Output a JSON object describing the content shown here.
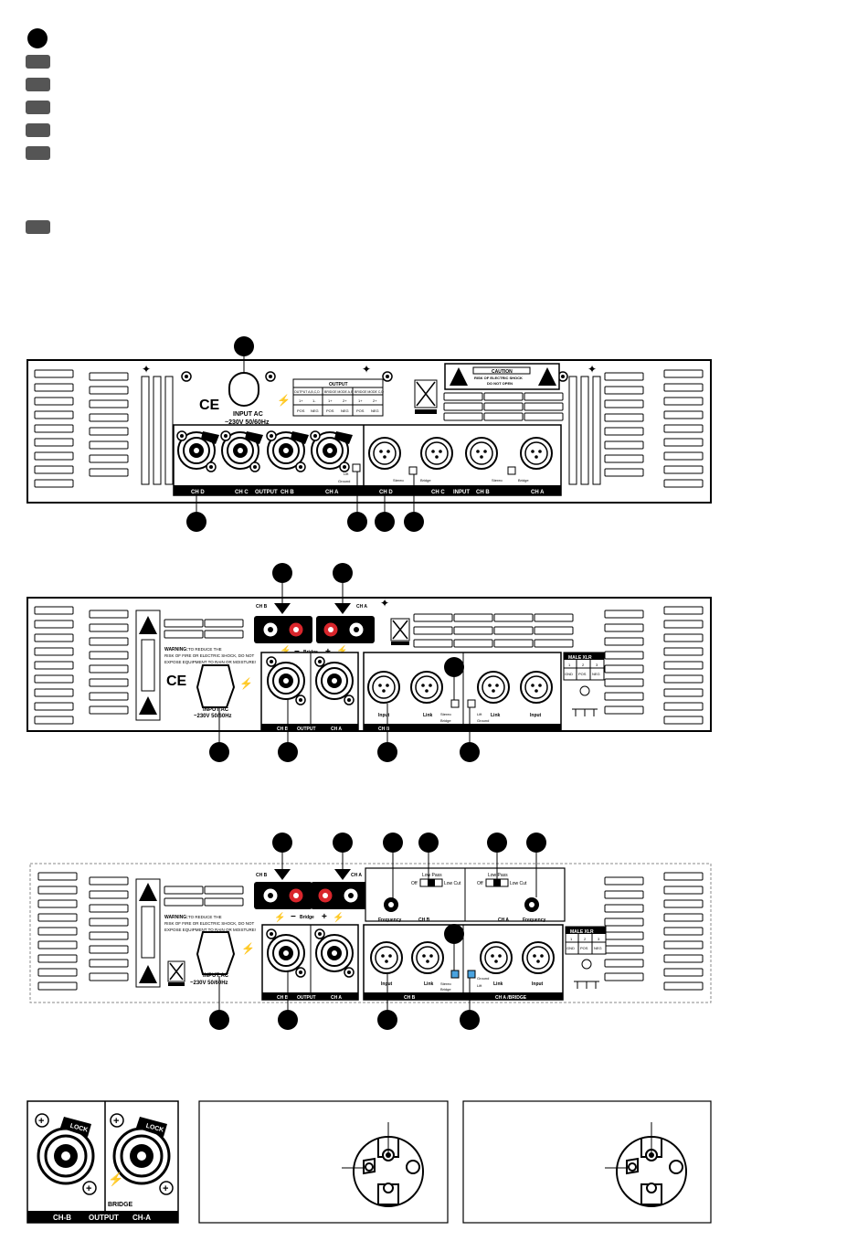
{
  "legend_markers": {
    "count": 7
  },
  "panel1": {
    "input_ac": "INPUT AC",
    "voltage": "~230V 50/60Hz",
    "output_table_title": "OUTPUT",
    "output_table_headers": [
      "OUTPUT A,B,C,D",
      "BRIDGE MODE A,B",
      "BRIDGE MODE C,D"
    ],
    "output_table_pins": [
      "1+",
      "1-",
      "1+",
      "2+",
      "1+",
      "2+"
    ],
    "output_table_polarity": [
      "POS",
      "NEG",
      "POS",
      "NEG",
      "POS",
      "NEG"
    ],
    "caution_title": "CAUTION",
    "caution_text_1": "RISK OF ELECTRIC SHOCK",
    "caution_text_2": "DO NOT OPEN",
    "speakon_labels": [
      "CH D",
      "CH C",
      "CH B",
      "CH A"
    ],
    "output_label": "OUTPUT",
    "input_label": "INPUT",
    "xlr_labels": [
      "CH D",
      "CH C",
      "CH B",
      "CH A"
    ],
    "lift": "Lift",
    "ground": "Ground",
    "stereo": "Stereo",
    "bridge": "Bridge"
  },
  "panel2": {
    "ch_b": "CH B",
    "ch_a": "CH A",
    "bridge": "Bridge",
    "warning": "WARNING:",
    "warning_lines": [
      "TO REDUCE THE",
      "RISK OF FIRE OR ELECTRIC SHOCK, DO NOT",
      "EXPOSE EQUIPMENT TO RAIN OR MOISTURE!"
    ],
    "input_ac": "INPUT AC",
    "voltage": "~230V 50/60Hz",
    "output_label": "OUTPUT",
    "input_label": "Input",
    "link_label": "Link",
    "male_xlr": "MALE XLR",
    "pins": [
      "1",
      "2",
      "3"
    ],
    "pin_names": [
      "GND",
      "POS",
      "NEG"
    ],
    "stereo": "Stereo",
    "lift": "Lift",
    "ground": "Ground"
  },
  "panel3": {
    "ch_b": "CH B",
    "ch_a": "CH A",
    "ch_a_bridge": "CH A /BRIDGE",
    "bridge": "Bridge",
    "warning": "WARNING:",
    "input_ac": "INPUT AC",
    "voltage": "~230V 50/60Hz",
    "output_label": "OUTPUT",
    "input_label": "Input",
    "link_label": "Link",
    "low_pass": "Low Pass",
    "low_cut": "Low Cut",
    "off": "Off",
    "frequency": "Frequency",
    "male_xlr": "MALE XLR",
    "pins": [
      "1",
      "2",
      "3"
    ],
    "pin_names": [
      "GND",
      "POS",
      "NEG"
    ],
    "stereo": "Stereo",
    "lift": "Lift",
    "ground": "Ground"
  },
  "detail": {
    "ch_b": "CH-B",
    "output": "OUTPUT",
    "ch_a": "CH-A",
    "bridge": "BRIDGE",
    "lock": "LOCK"
  }
}
